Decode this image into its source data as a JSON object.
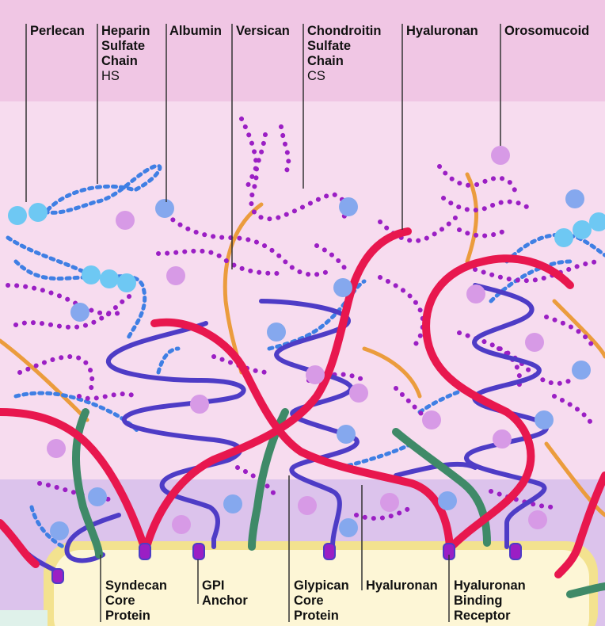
{
  "top_labels": {
    "perlecan": "Perlecan",
    "heparin_sulfate_chain": [
      "Heparin",
      "Sulfate",
      "Chain"
    ],
    "heparin_sulfate_abbr": "HS",
    "albumin": "Albumin",
    "versican": "Versican",
    "chondroitin_sulfate_chain": [
      "Chondroitin",
      "Sulfate",
      "Chain"
    ],
    "chondroitin_sulfate_abbr": "CS",
    "hyaluronan": "Hyaluronan",
    "orosomucoid": "Orosomucoid"
  },
  "bottom_labels": {
    "syndecan_core_protein": [
      "Syndecan",
      "Core",
      "Protein"
    ],
    "gpi_anchor": [
      "GPI",
      "Anchor"
    ],
    "glypican_core_protein": [
      "Glypican",
      "Core",
      "Protein"
    ],
    "hyaluronan": "Hyaluronan",
    "hyaluronan_binding_receptor": [
      "Hyaluronan",
      "Binding",
      "Receptor"
    ]
  },
  "colors": {
    "top_band": "#f0c6e4",
    "glycocalyx": "#f7dcef",
    "lower_band": "#dcc3ec",
    "cell": "#fdf6d6",
    "cell_rim": "#f3e28f",
    "hyaluronan": "#e8174e",
    "core_protein": "#4e3cc6",
    "syndecan": "#3f8a68",
    "versican_orange": "#eb9c3d",
    "dots_purple": "#9b1fc4",
    "dots_blue": "#3f7fe4",
    "albumin_blue": "#85a8ee",
    "orosomucoid_pink": "#d79ae6",
    "perlecan_cyan": "#6ec8f3",
    "leader_line": "#333333"
  }
}
